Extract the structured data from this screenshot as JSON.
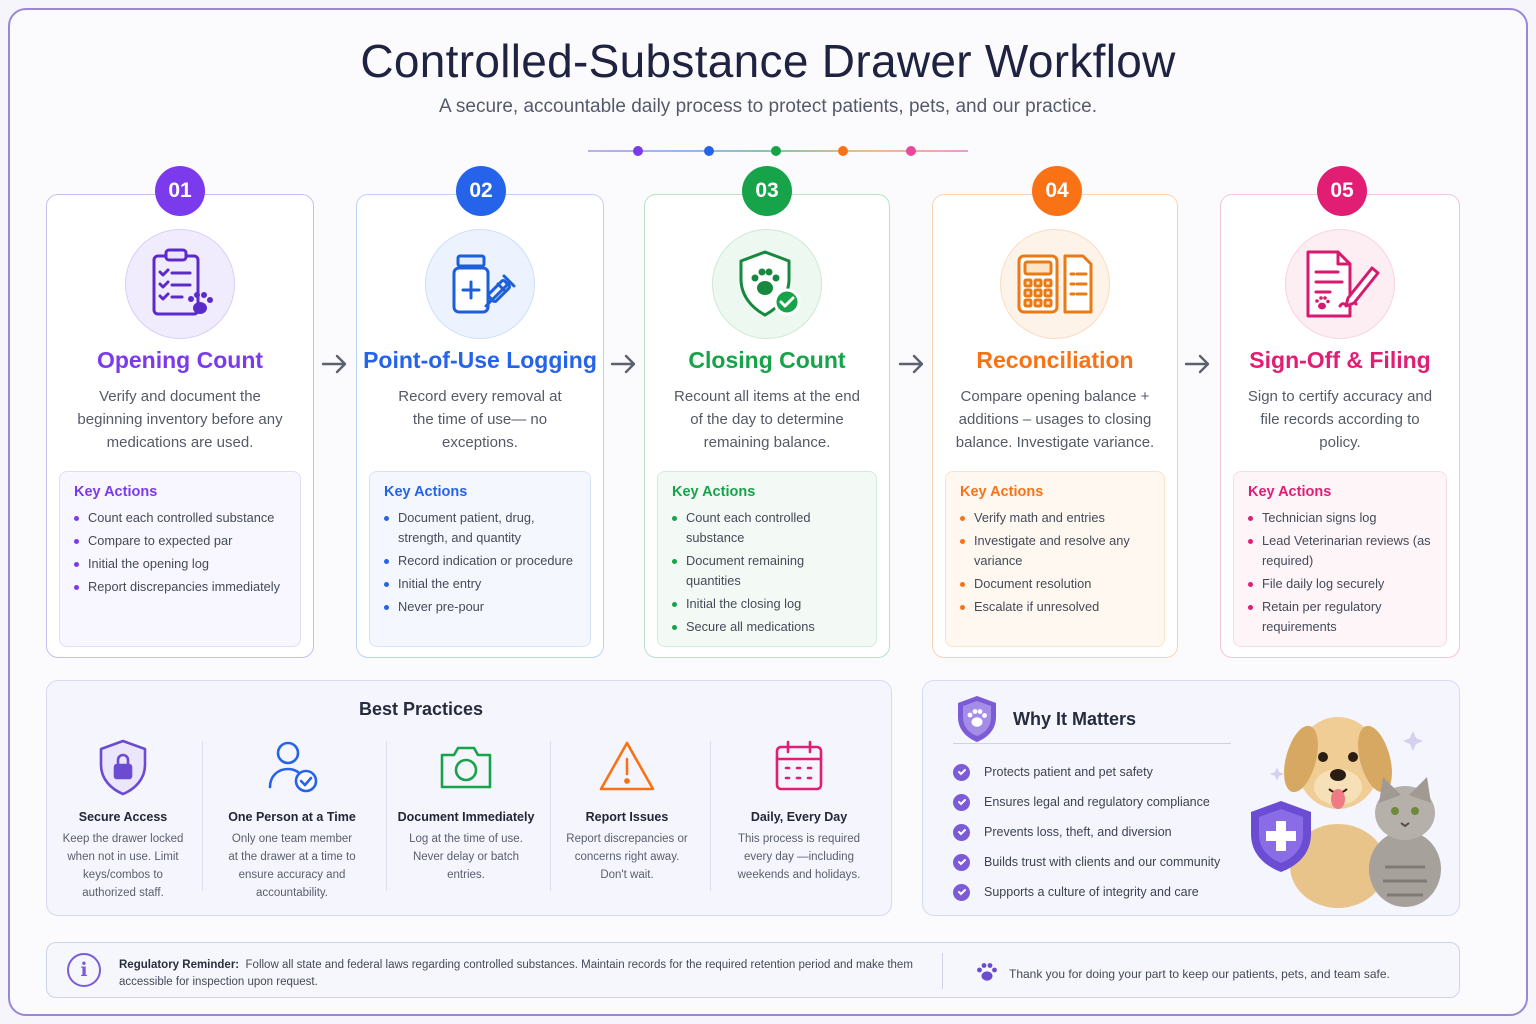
{
  "header": {
    "title": "Controlled-Substance Drawer Workflow",
    "subtitle": "A secure, accountable daily process to protect patients, pets, and our practice."
  },
  "colors": {
    "purple": "#7c3aed",
    "blue": "#2563eb",
    "green": "#16a34a",
    "orange": "#f97316",
    "pink": "#e11d74"
  },
  "steps": [
    {
      "number": "01",
      "title": "Opening Count",
      "description": "Verify and document the beginning inventory before any medications are used.",
      "key_actions_label": "Key Actions",
      "actions": [
        "Count each controlled substance",
        "Compare to expected par",
        "Initial the opening log",
        "Report discrepancies immediately"
      ],
      "icon": "clipboard-paw-icon"
    },
    {
      "number": "02",
      "title": "Point-of-Use Logging",
      "description": "Record every removal at the time of use— no exceptions.",
      "key_actions_label": "Key Actions",
      "actions": [
        "Document patient, drug, strength, and quantity",
        "Record indication or procedure",
        "Initial the entry",
        "Never pre-pour"
      ],
      "icon": "vial-syringe-icon"
    },
    {
      "number": "03",
      "title": "Closing Count",
      "description": "Recount all items at the end of the day to determine remaining balance.",
      "key_actions_label": "Key Actions",
      "actions": [
        "Count each controlled substance",
        "Document remaining quantities",
        "Initial the closing log",
        "Secure all medications"
      ],
      "icon": "shield-paw-check-icon"
    },
    {
      "number": "04",
      "title": "Reconciliation",
      "description": "Compare opening balance + additions – usages to closing balance. Investigate variance.",
      "key_actions_label": "Key Actions",
      "actions": [
        "Verify math and entries",
        "Investigate and resolve any variance",
        "Document resolution",
        "Escalate if unresolved"
      ],
      "icon": "calculator-document-icon"
    },
    {
      "number": "05",
      "title": "Sign-Off & Filing",
      "description": "Sign to certify accuracy and file records according to policy.",
      "key_actions_label": "Key Actions",
      "actions": [
        "Technician signs log",
        "Lead Veterinarian reviews (as required)",
        "File daily log securely",
        "Retain per regulatory requirements"
      ],
      "icon": "document-pen-icon"
    }
  ],
  "best_practices": {
    "title": "Best Practices",
    "items": [
      {
        "title": "Secure Access",
        "description": "Keep the drawer locked when not in use. Limit keys/combos to authorized staff.",
        "icon": "shield-lock-icon"
      },
      {
        "title": "One Person at a Time",
        "description": "Only one team member at the drawer at a time to ensure accuracy and accountability.",
        "icon": "user-check-icon"
      },
      {
        "title": "Document Immediately",
        "description": "Log at the time of use. Never delay or batch entries.",
        "icon": "camera-icon"
      },
      {
        "title": "Report Issues",
        "description": "Report discrepancies or concerns right away. Don't wait.",
        "icon": "warning-icon"
      },
      {
        "title": "Daily, Every Day",
        "description": "This process is required every day —including weekends and holidays.",
        "icon": "calendar-icon"
      }
    ]
  },
  "why_it_matters": {
    "title": "Why It Matters",
    "items": [
      "Protects patient and pet safety",
      "Ensures legal and regulatory compliance",
      "Prevents loss, theft, and diversion",
      "Builds trust with clients and our community",
      "Supports a culture of integrity and care"
    ]
  },
  "footer": {
    "regulatory_label": "Regulatory Reminder:",
    "regulatory_text": "Follow all state and federal laws regarding controlled substances. Maintain records for the required retention period and make them accessible for inspection upon request.",
    "thanks": "Thank you for doing your part to keep our patients, pets, and team safe."
  }
}
